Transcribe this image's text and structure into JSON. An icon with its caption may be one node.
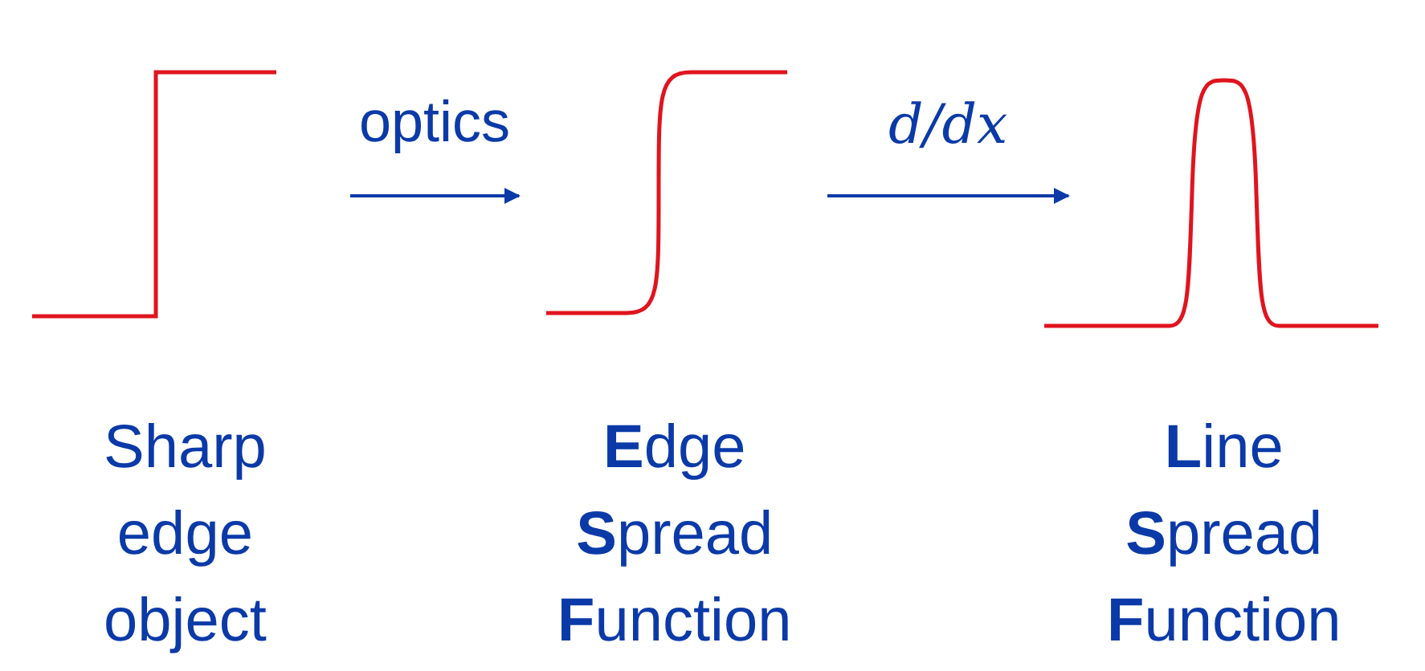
{
  "diagram": {
    "nodes": [
      {
        "text": [
          "Sharp edge object"
        ]
      },
      {
        "text": [
          "**E**dge **S**pread **F**unction"
        ]
      },
      {
        "text": [
          "**L**ine **S**pread **F**unction"
        ]
      }
    ],
    "edges": [
      {
        "from": 0,
        "to": 1,
        "arrow": "to",
        "label": "optics"
      },
      {
        "from": 1,
        "to": 2,
        "arrow": "to",
        "label": "d/dx"
      }
    ]
  }
}
